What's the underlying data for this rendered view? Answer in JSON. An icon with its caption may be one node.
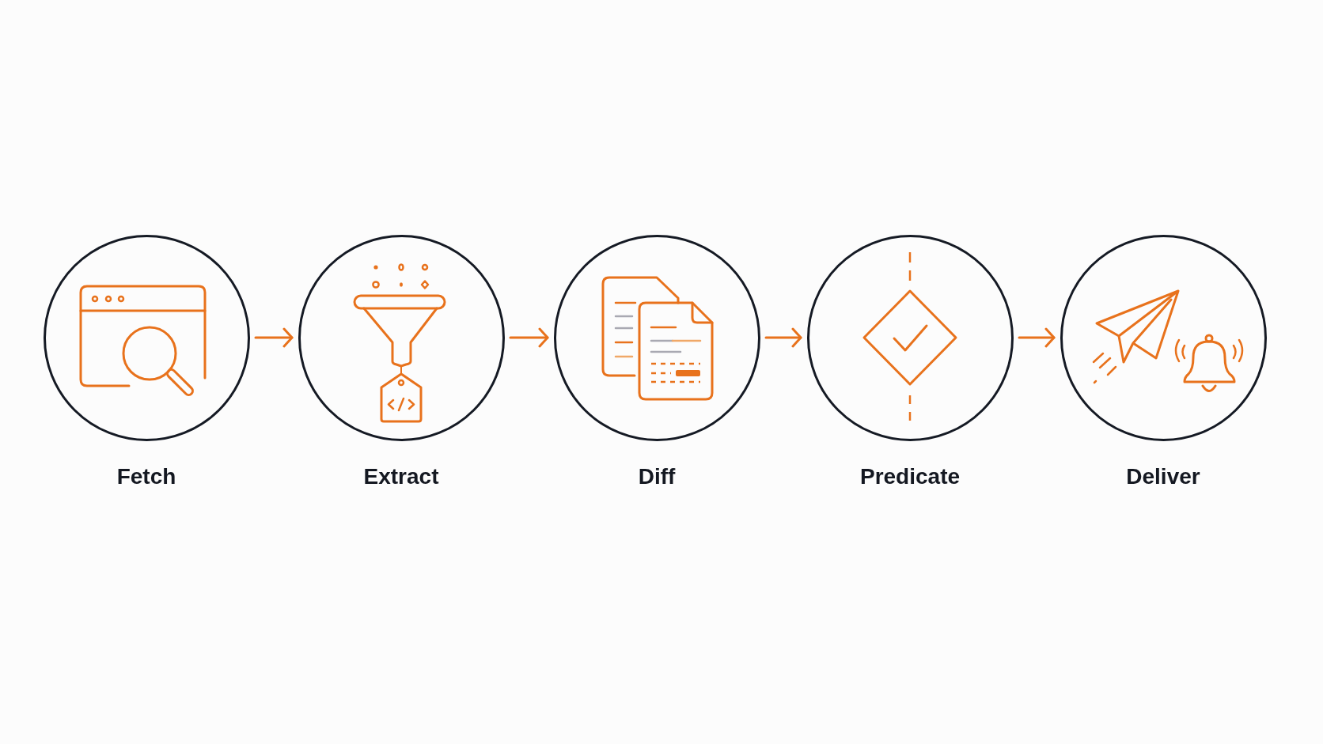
{
  "diagram": {
    "nodes": [
      {
        "text": [
          "Fetch"
        ]
      },
      {
        "text": [
          "Extract"
        ]
      },
      {
        "text": [
          "Diff"
        ]
      },
      {
        "text": [
          "Predicate"
        ]
      },
      {
        "text": [
          "Deliver"
        ]
      }
    ],
    "edges": [
      {
        "from": 0,
        "to": 1,
        "arrow": "to"
      },
      {
        "from": 1,
        "to": 2,
        "arrow": "to"
      },
      {
        "from": 2,
        "to": 3,
        "arrow": "to"
      },
      {
        "from": 3,
        "to": 4,
        "arrow": "to"
      }
    ]
  }
}
